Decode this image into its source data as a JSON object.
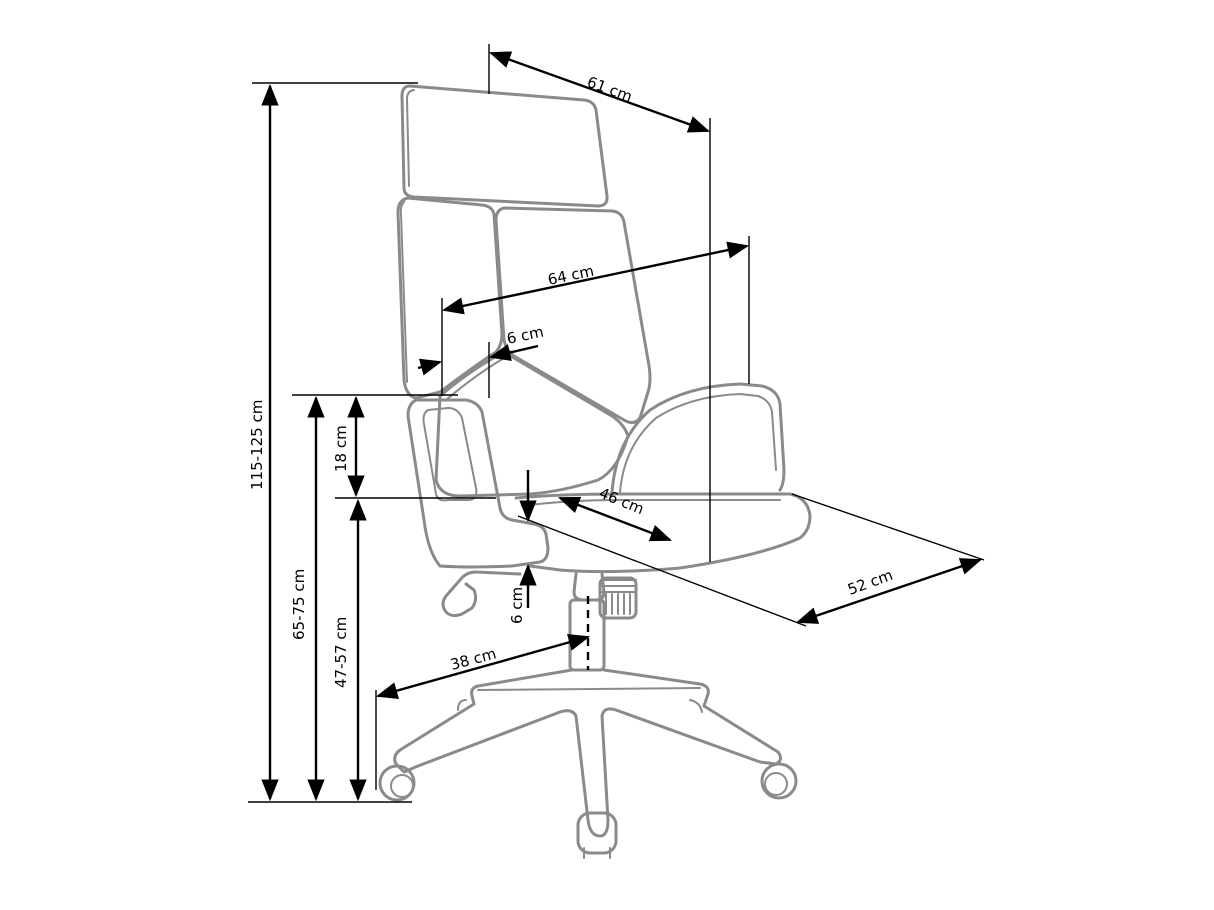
{
  "diagram": {
    "subject": "Office chair with dimension callouts",
    "dimensions": {
      "headrest_width": "61 cm",
      "overall_width": "64 cm",
      "backrest_offset": "6 cm",
      "total_height": "115-125 cm",
      "armrest_height": "65-75 cm",
      "armrest_above_seat": "18 cm",
      "seat_height": "47-57 cm",
      "seat_depth": "46 cm",
      "seat_width": "52 cm",
      "seat_thickness": "6 cm",
      "base_radius": "38 cm"
    },
    "colors": {
      "outline": "#8a8a8a",
      "dimension_lines": "#000000",
      "background": "#ffffff"
    }
  }
}
